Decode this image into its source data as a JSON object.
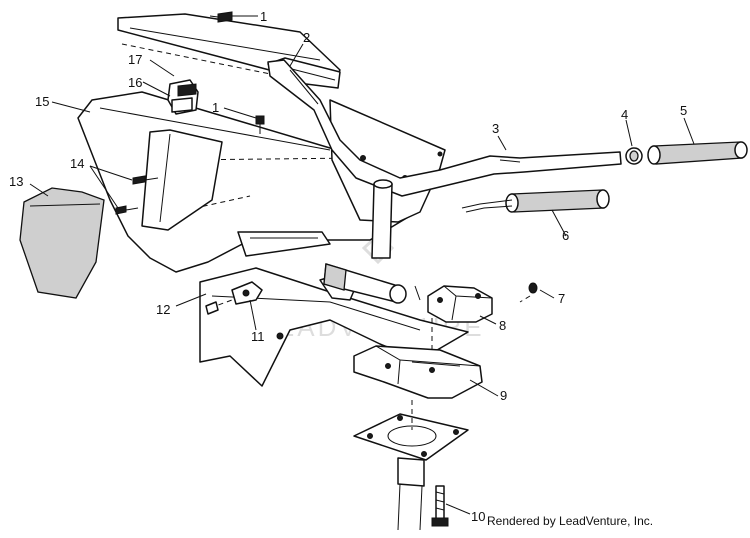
{
  "diagram": {
    "callouts": [
      "1",
      "2",
      "17",
      "16",
      "15",
      "1",
      "3",
      "4",
      "5",
      "14",
      "13",
      "6",
      "7",
      "12",
      "8",
      "11",
      "9",
      "10"
    ],
    "watermark": "LEADVENTURE",
    "credit": "Rendered by LeadVenture, Inc."
  }
}
